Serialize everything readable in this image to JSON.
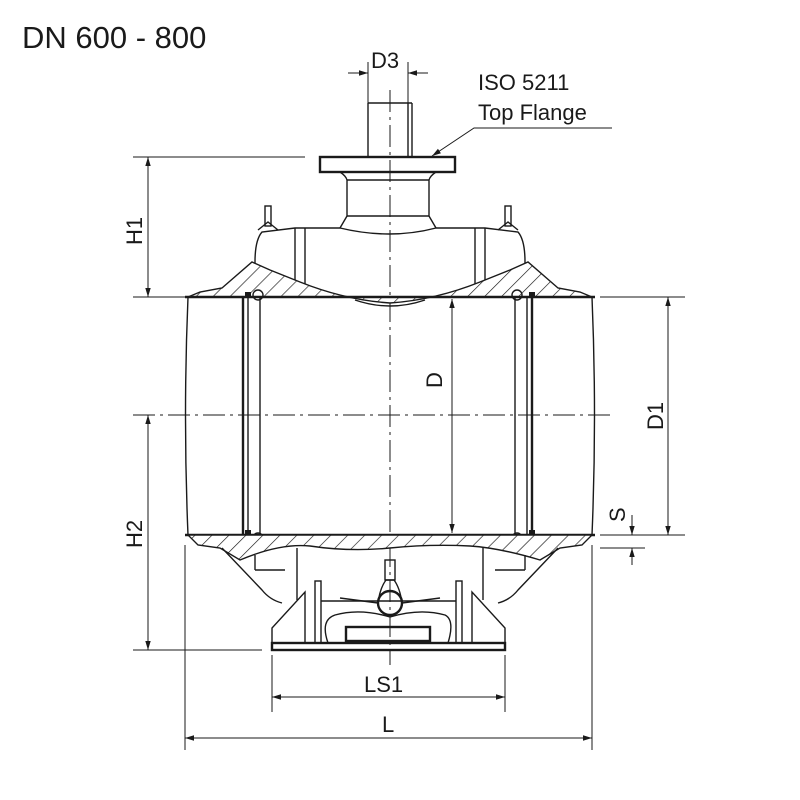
{
  "title": "DN 600 - 800",
  "labels": {
    "d3": "D3",
    "iso_line1": "ISO 5211",
    "iso_line2": "Top Flange",
    "h1": "H1",
    "h2": "H2",
    "d": "D",
    "d1": "D1",
    "s": "S",
    "ls1": "LS1",
    "l": "L"
  },
  "colors": {
    "line": "#1a1a1a",
    "background": "#ffffff"
  }
}
